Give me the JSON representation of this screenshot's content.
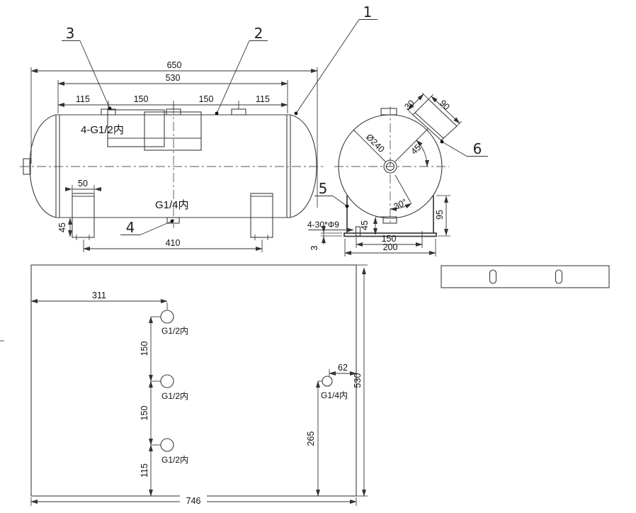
{
  "balloons": {
    "n1": "1",
    "n2": "2",
    "n3": "3",
    "n4": "4",
    "n5": "5",
    "n6": "6"
  },
  "side_view": {
    "overall_length": "650",
    "shell_length": "530",
    "port_spacing_1": "115",
    "port_spacing_2": "150",
    "port_spacing_3": "150",
    "port_spacing_4": "115",
    "leg_width": "50",
    "leg_height": "45",
    "leg_span": "410",
    "top_ports_label": "4-G1/2内",
    "drain_label": "G1/4内"
  },
  "end_view": {
    "diameter": "Ø240",
    "angle_plate": "45°",
    "angle_drain": "30°",
    "plate_width": "30",
    "plate_length": "90",
    "saddle_height": "95",
    "foot_height": "45",
    "slot_spacing": "150",
    "base_width": "200",
    "base_thickness": "3",
    "slots_label": "4-30*Φ9"
  },
  "bottom_view": {
    "port_offset": "311",
    "port_pitch_1": "150",
    "port_pitch_2": "150",
    "port_edge": "115",
    "drain_from_end": "265",
    "drain_from_edge": "62",
    "shell_width": "530",
    "shell_length": "746",
    "port1_label": "G1/2内",
    "port2_label": "G1/2内",
    "port3_label": "G1/2内",
    "port4_label": "G1/4内"
  }
}
